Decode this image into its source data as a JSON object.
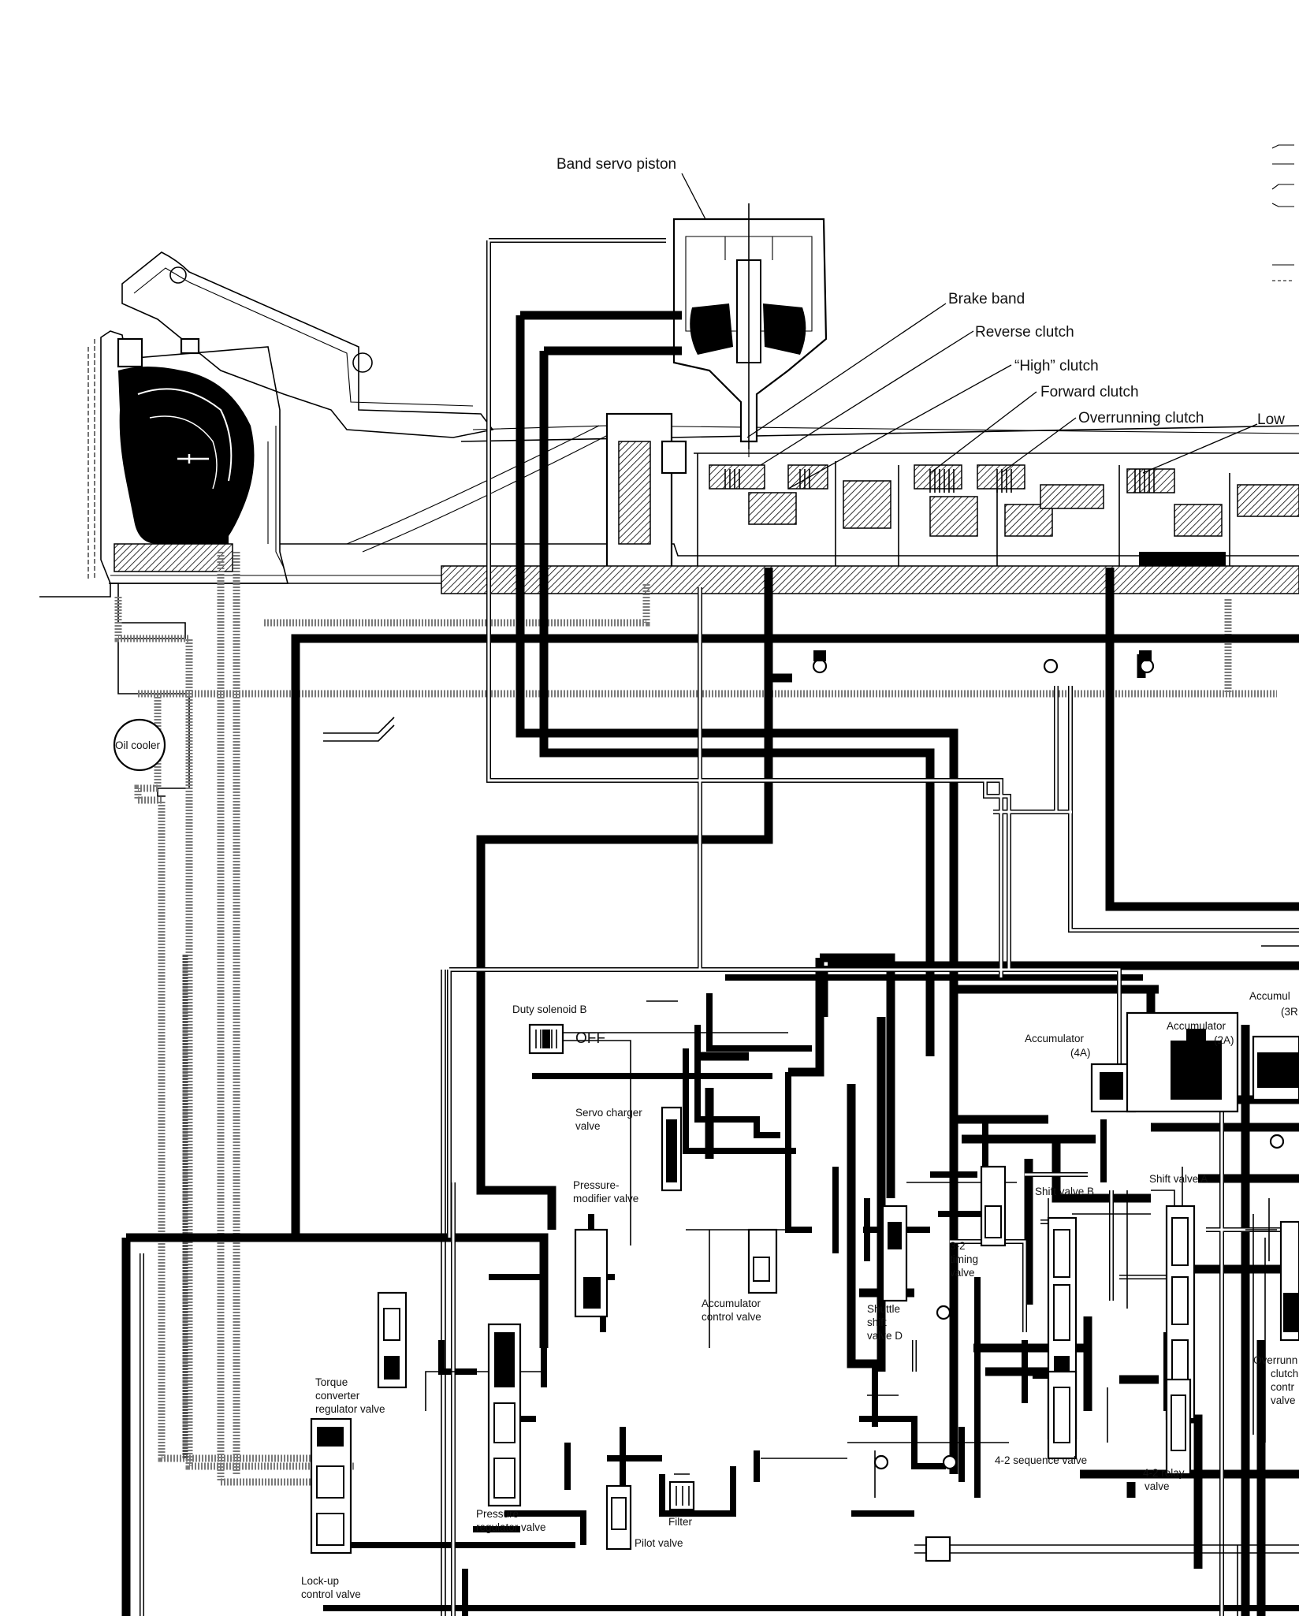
{
  "labels": {
    "band_servo_piston": "Band servo piston",
    "brake_band": "Brake band",
    "reverse_clutch": "Reverse clutch",
    "high_clutch": "“High” clutch",
    "forward_clutch": "Forward clutch",
    "overrunning_clutch": "Overrunning clutch",
    "low": "Low",
    "oil_cooler": "Oil cooler",
    "duty_solenoid_b": "Duty solenoid B",
    "solenoid_state": "OFF",
    "accumulator_4a_1": "Accumulator",
    "accumulator_4a_2": "(4A)",
    "accumulator_2a_1": "Accumulator",
    "accumulator_2a_2": "(2A)",
    "accumulator_3r_1": "Accumul",
    "accumulator_3r_2": "(3R",
    "servo_charger_1": "Servo charger",
    "servo_charger_2": "valve",
    "pressure_modifier_1": "Pressure-",
    "pressure_modifier_2": "modifier valve",
    "accumulator_control_1": "Accumulator",
    "accumulator_control_2": "control valve",
    "shuttle_shift_1": "Shuttle",
    "shuttle_shift_2": "shift",
    "shuttle_shift_3": "valve D",
    "timing_1": "3-2",
    "timing_2": "timing",
    "timing_3": "valve",
    "shift_valve_b": "Shift valve B",
    "shift_valve_a": "Shift valve A",
    "overrunning_control_1": "Overrunn",
    "overrunning_control_2": "clutch",
    "overrunning_control_3": "contr",
    "overrunning_control_4": "valve",
    "torque_converter_1": "Torque",
    "torque_converter_2": "converter",
    "torque_converter_3": "regulator valve",
    "pressure_regulator_1": "Pressure",
    "pressure_regulator_2": "regulator valve",
    "filter": "Filter",
    "pilot_valve": "Pilot valve",
    "sequence_42": "4-2 sequence valve",
    "relay_42_1": "4-2 relay",
    "relay_42_2": "valve",
    "lockup_1": "Lock-up",
    "lockup_2": "control valve"
  }
}
